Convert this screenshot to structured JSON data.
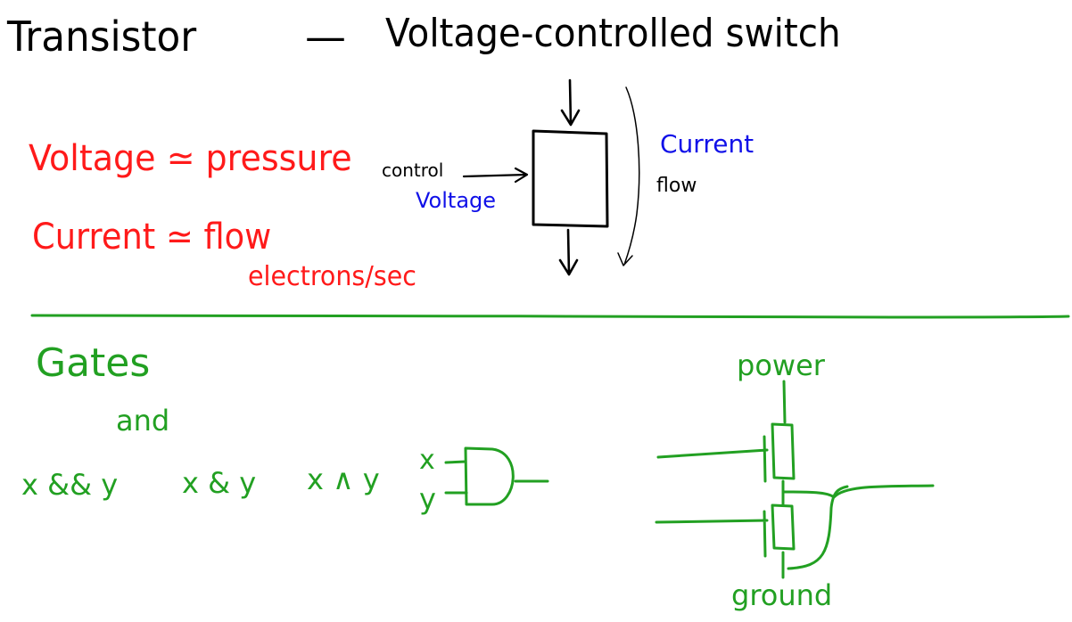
{
  "title": {
    "left": "Transistor",
    "dash": "—",
    "right": "Voltage-controlled switch"
  },
  "analogies": {
    "voltage": "Voltage ≃ pressure",
    "current": "Current ≃ flow",
    "current_unit": "electrons/sec"
  },
  "transistor_diagram": {
    "control_label": "control",
    "voltage_label": "Voltage",
    "current_label": "Current",
    "flow_label": "flow"
  },
  "gates": {
    "heading": "Gates",
    "and_label": "and",
    "expr_c": "x && y",
    "expr_verilog": "x & y",
    "expr_logic": "x ∧ y",
    "input_x": "x",
    "input_y": "y"
  },
  "circuit": {
    "power_label": "power",
    "ground_label": "ground"
  },
  "colors": {
    "black": "#000000",
    "red": "#ff1a1a",
    "blue": "#1010e8",
    "green": "#22a022"
  }
}
